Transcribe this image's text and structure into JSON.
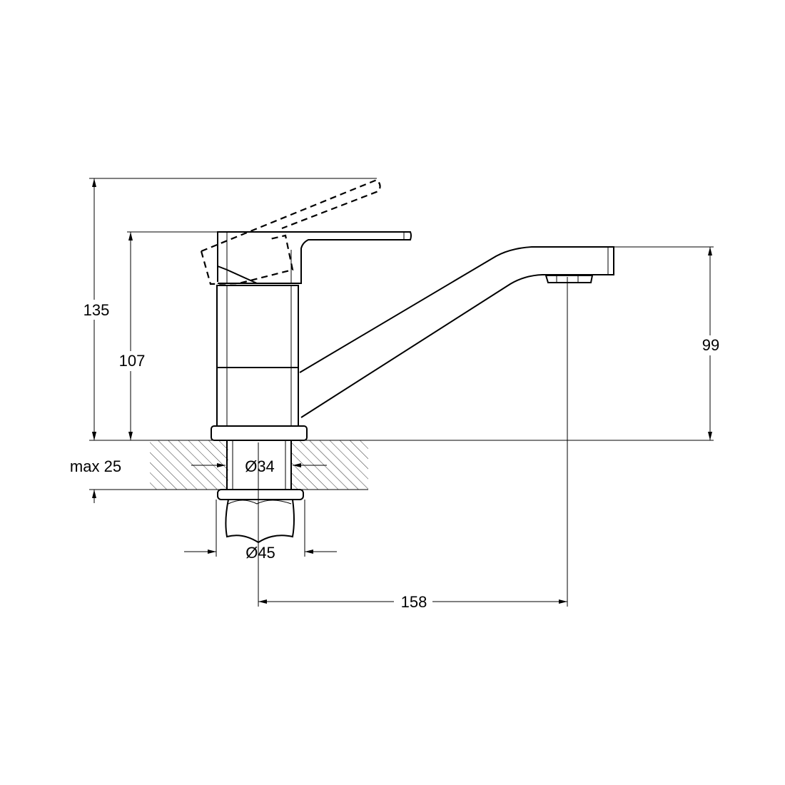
{
  "title": "Faucet dimension drawing",
  "dimensions": {
    "overall_height": "135",
    "body_height": "107",
    "spout_height": "99",
    "counter_thickness": "max 25",
    "hole_diameter": "Ø34",
    "nut_diameter": "Ø45",
    "spout_reach": "158"
  },
  "colors": {
    "line": "#000000",
    "background": "#ffffff"
  }
}
